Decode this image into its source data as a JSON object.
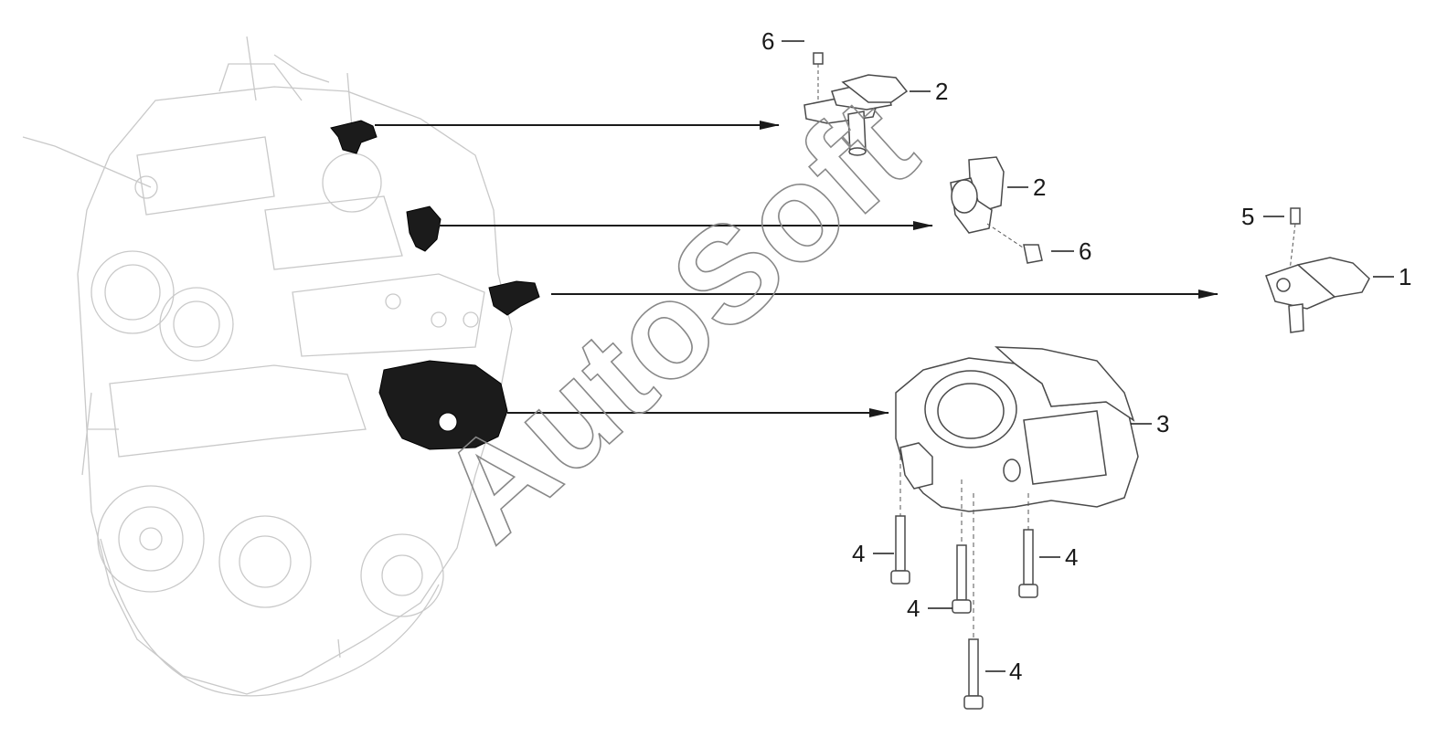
{
  "watermark": "AutoSoft",
  "callouts": {
    "p1": "1",
    "p2a": "2",
    "p2b": "2",
    "p3": "3",
    "p4a": "4",
    "p4b": "4",
    "p4c": "4",
    "p4d": "4",
    "p5": "5",
    "p6a": "6",
    "p6b": "6"
  },
  "colors": {
    "line": "#1a1a1a",
    "engine": "#c9c9c9",
    "highlight": "#1b1b1b"
  }
}
